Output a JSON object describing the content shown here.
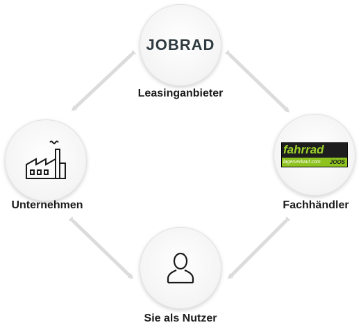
{
  "nodes": {
    "top": {
      "logo": "JOBRAD",
      "label": "Leasinganbieter",
      "icon": "jobrad-logo"
    },
    "left": {
      "label": "Unternehmen",
      "icon": "factory-icon"
    },
    "right": {
      "logo_main": "fahrrad",
      "logo_sub": "lagerverkauf.com",
      "logo_brand": "JOOS",
      "label": "Fachhändler",
      "icon": "fahrrad-logo"
    },
    "bottom": {
      "label": "Sie als Nutzer",
      "icon": "user-icon"
    }
  },
  "colors": {
    "arrow": "#dcdcdc",
    "text": "#1a1a1a",
    "logo_green": "#8dc21f"
  }
}
